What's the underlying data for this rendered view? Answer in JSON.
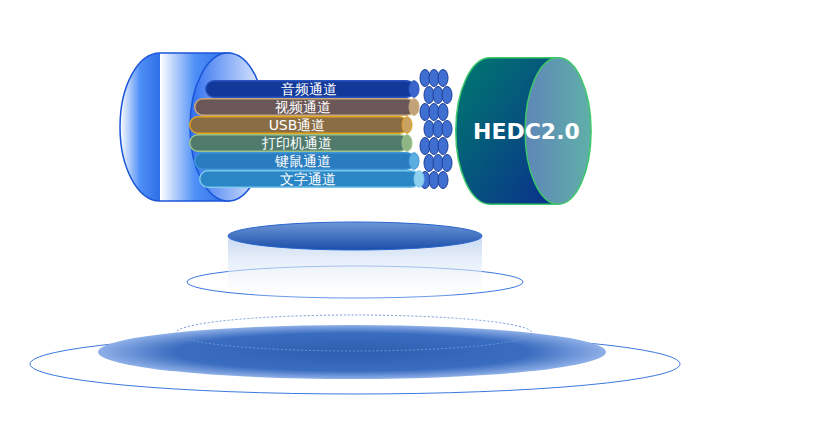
{
  "diagram": {
    "nodes": [
      {
        "text": [
          "音频通道"
        ]
      },
      {
        "text": [
          "视频通道"
        ]
      },
      {
        "text": [
          "USB通道"
        ]
      },
      {
        "text": [
          "打印机通道"
        ]
      },
      {
        "text": [
          "键鼠通道"
        ]
      },
      {
        "text": [
          "文字通道"
        ]
      },
      {
        "text": [
          "HEDC2.0"
        ]
      }
    ]
  }
}
